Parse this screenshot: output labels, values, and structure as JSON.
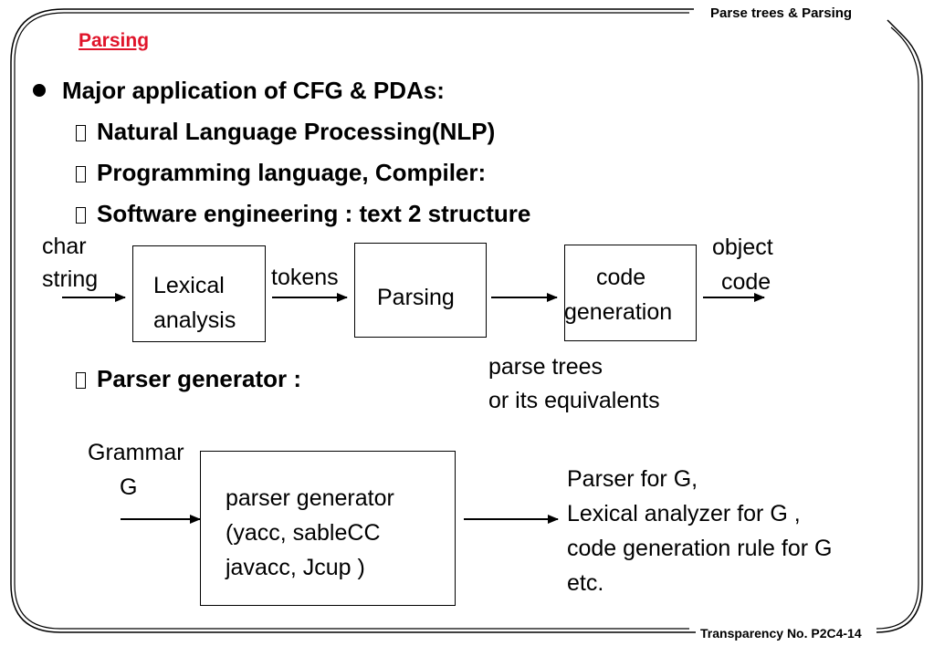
{
  "header": {
    "running_title": "Parse trees & Parsing"
  },
  "slide": {
    "title": "Parsing",
    "main_bullet": "Major application of CFG & PDAs:",
    "sub_bullets": [
      "Natural Language Processing(NLP)",
      "Programming language, Compiler:",
      "Software engineering : text 2 structure"
    ],
    "parser_bullet": "Parser generator :"
  },
  "pipeline": {
    "input_label_line1": "char",
    "input_label_line2": "string",
    "lexical_line1": "Lexical",
    "lexical_line2": "analysis",
    "tokens_label": "tokens",
    "parsing_label": "Parsing",
    "codegen_line1": "code",
    "codegen_line2": "generation",
    "output_line1": "object",
    "output_line2": "code",
    "note_line1": "parse trees",
    "note_line2": "or its equivalents"
  },
  "generator": {
    "input_line1": "Grammar",
    "input_line2": "G",
    "box_line1": "parser generator",
    "box_line2": "(yacc, sableCC",
    "box_line3": "javacc,  Jcup )",
    "output_lines": [
      "Parser for G,",
      "Lexical analyzer for G ,",
      "code generation rule for G",
      "etc."
    ]
  },
  "footer": {
    "transparency": "Transparency No. P2C4-14"
  }
}
